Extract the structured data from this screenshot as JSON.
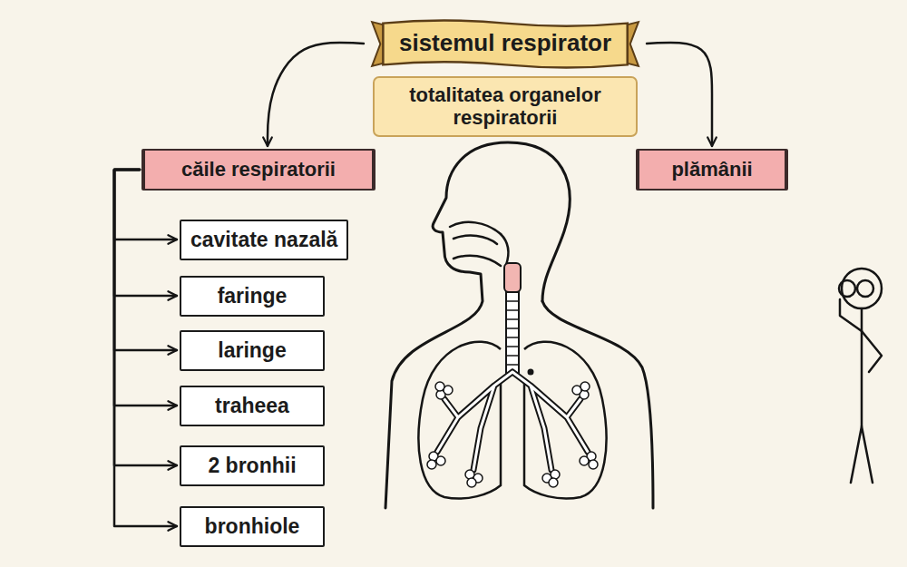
{
  "diagram": {
    "nodes": [
      {
        "text": [
          "sistemul respirator"
        ]
      },
      {
        "text": [
          "totalitatea organelor respiratorii"
        ]
      },
      {
        "text": [
          "căile respiratorii"
        ]
      },
      {
        "text": [
          "plămânii"
        ]
      },
      {
        "text": [
          "cavitate nazală"
        ]
      },
      {
        "text": [
          "faringe"
        ]
      },
      {
        "text": [
          "laringe"
        ]
      },
      {
        "text": [
          "traheea"
        ]
      },
      {
        "text": [
          "2 bronhii"
        ]
      },
      {
        "text": [
          "bronhiole"
        ]
      }
    ],
    "edges": [
      {
        "from": 0,
        "to": 2,
        "arrow": "to"
      },
      {
        "from": 0,
        "to": 3,
        "arrow": "to"
      },
      {
        "from": 2,
        "to": 4,
        "arrow": "to"
      },
      {
        "from": 2,
        "to": 5,
        "arrow": "to"
      },
      {
        "from": 2,
        "to": 6,
        "arrow": "to"
      },
      {
        "from": 2,
        "to": 7,
        "arrow": "to"
      },
      {
        "from": 2,
        "to": 8,
        "arrow": "to"
      },
      {
        "from": 2,
        "to": 9,
        "arrow": "to"
      }
    ]
  }
}
